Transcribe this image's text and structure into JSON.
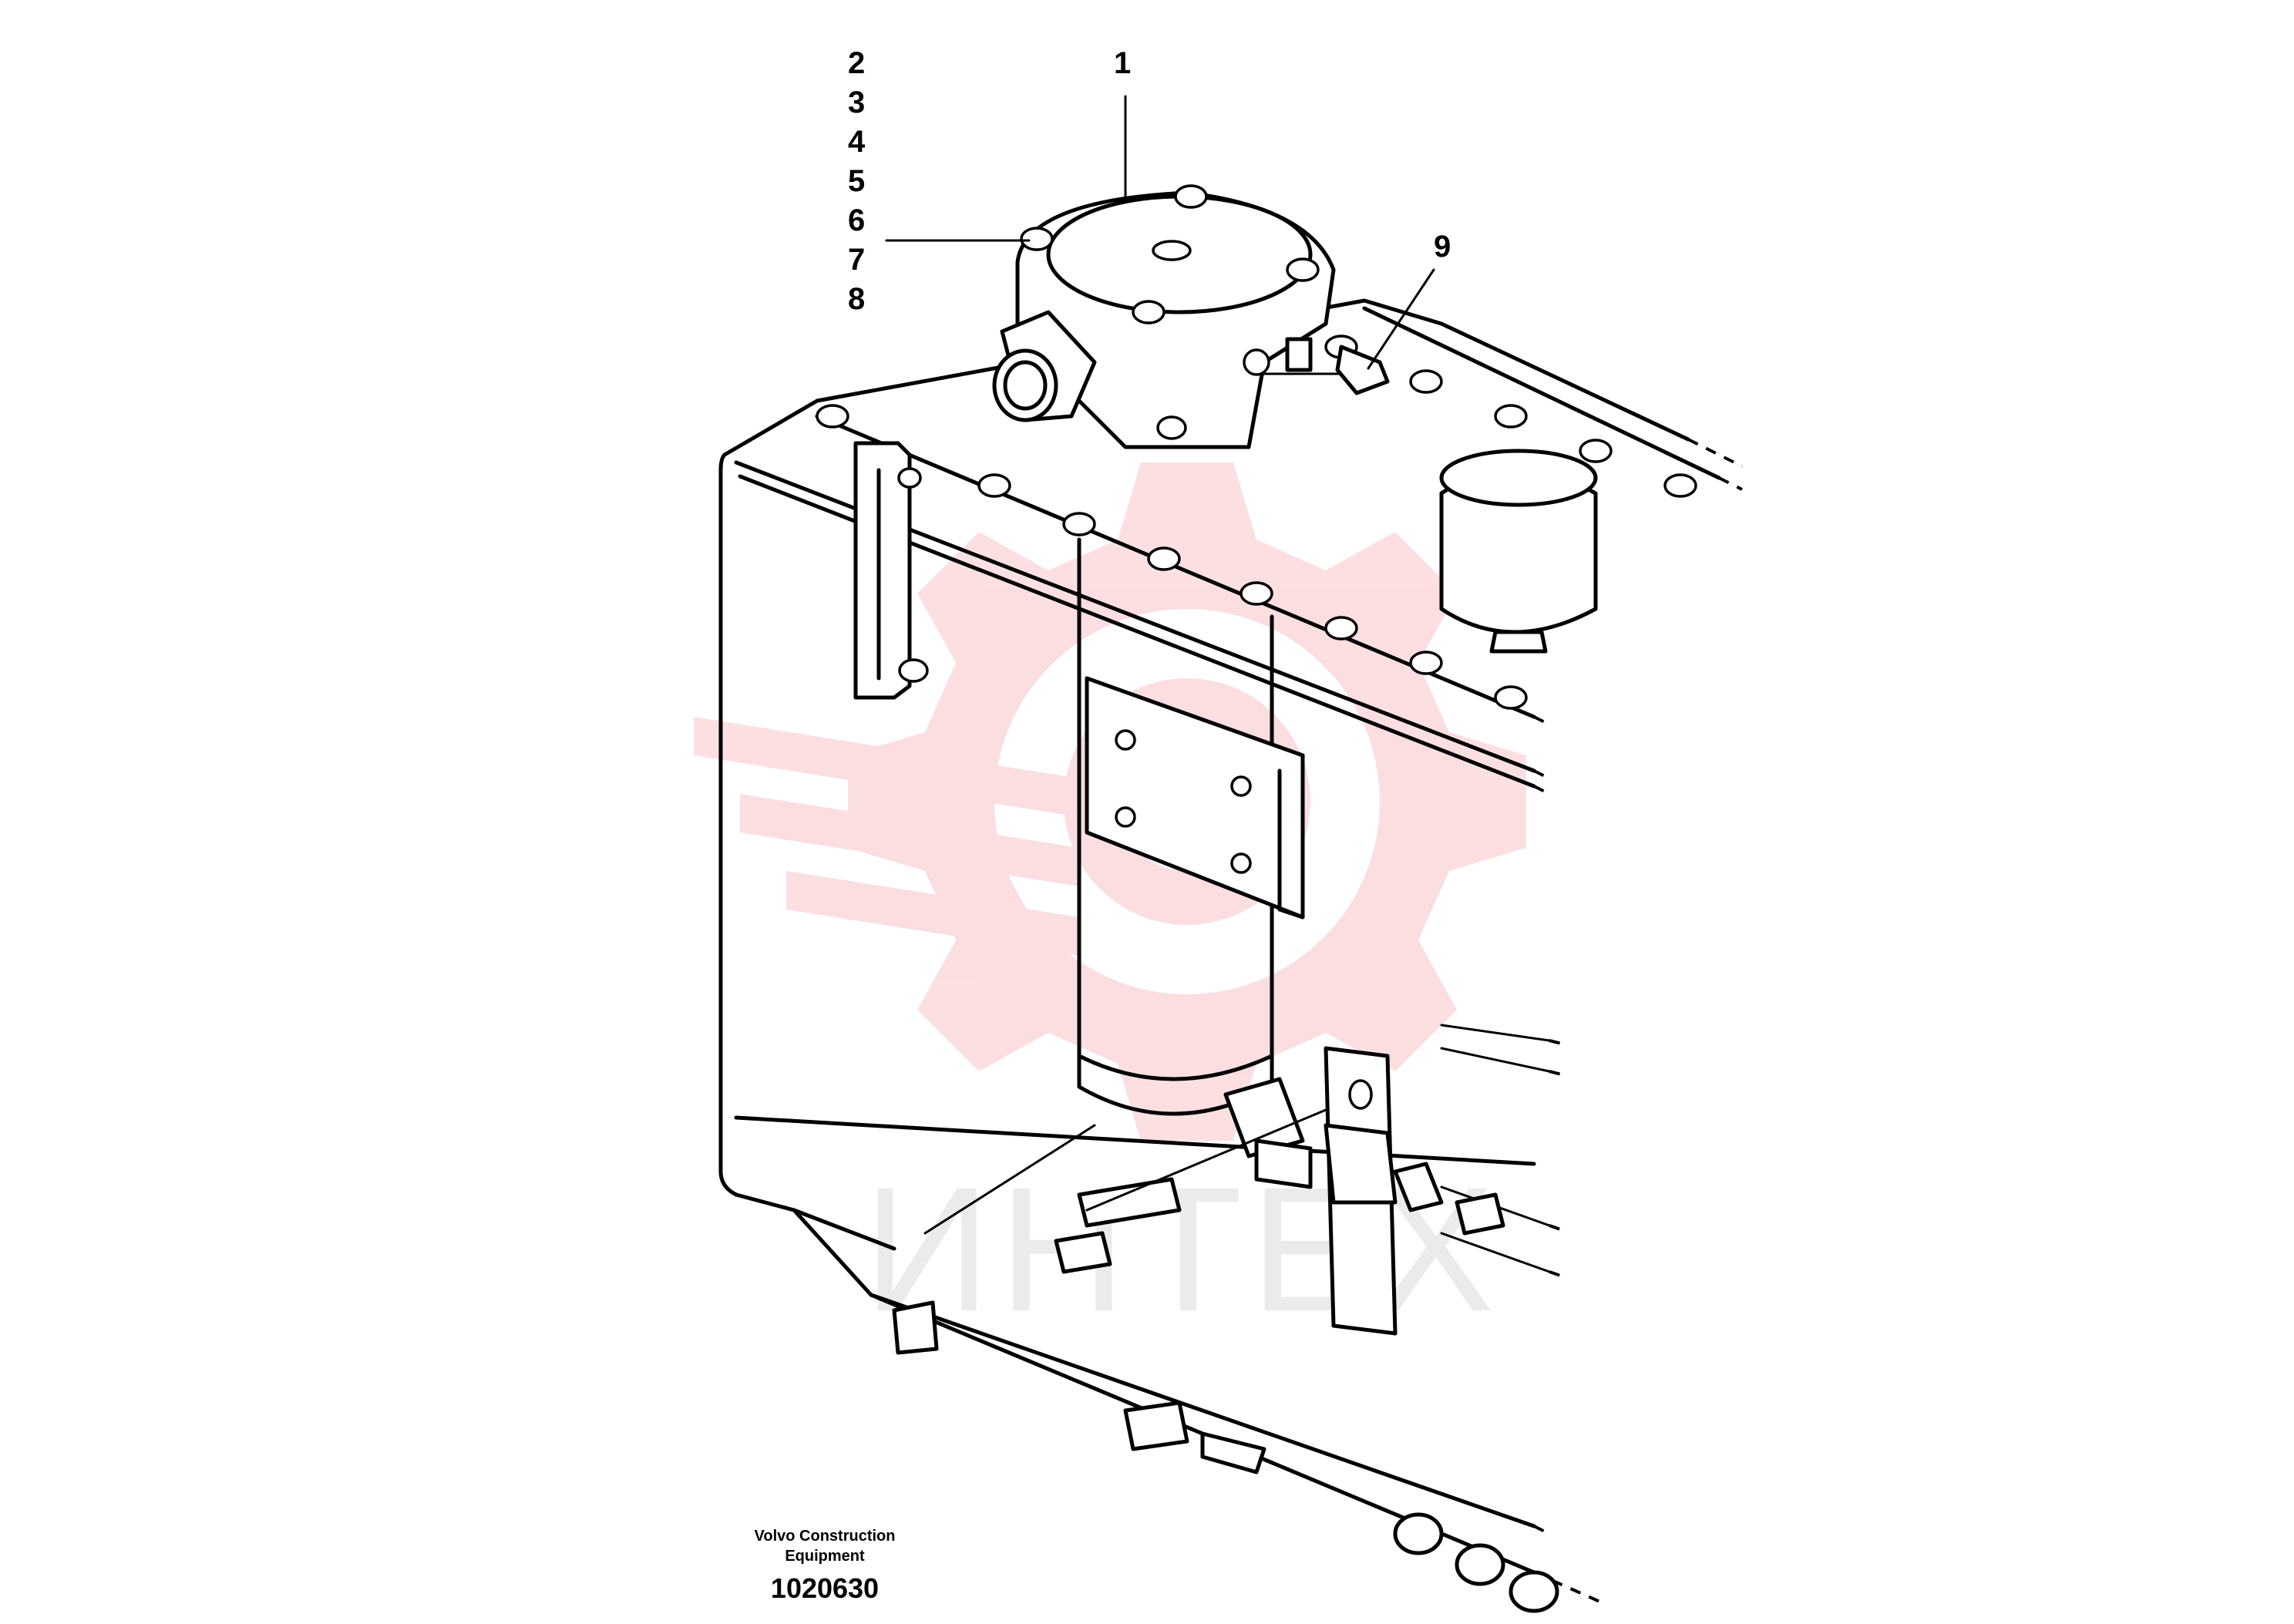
{
  "callouts": {
    "left_column": [
      "2",
      "3",
      "4",
      "5",
      "6",
      "7",
      "8"
    ],
    "top": "1",
    "right": "9"
  },
  "caption": {
    "manufacturer": "Volvo Construction Equipment",
    "drawing_number": "1020630"
  },
  "watermark": {
    "text": "ИНТЕХ",
    "color": "#e8202a"
  }
}
